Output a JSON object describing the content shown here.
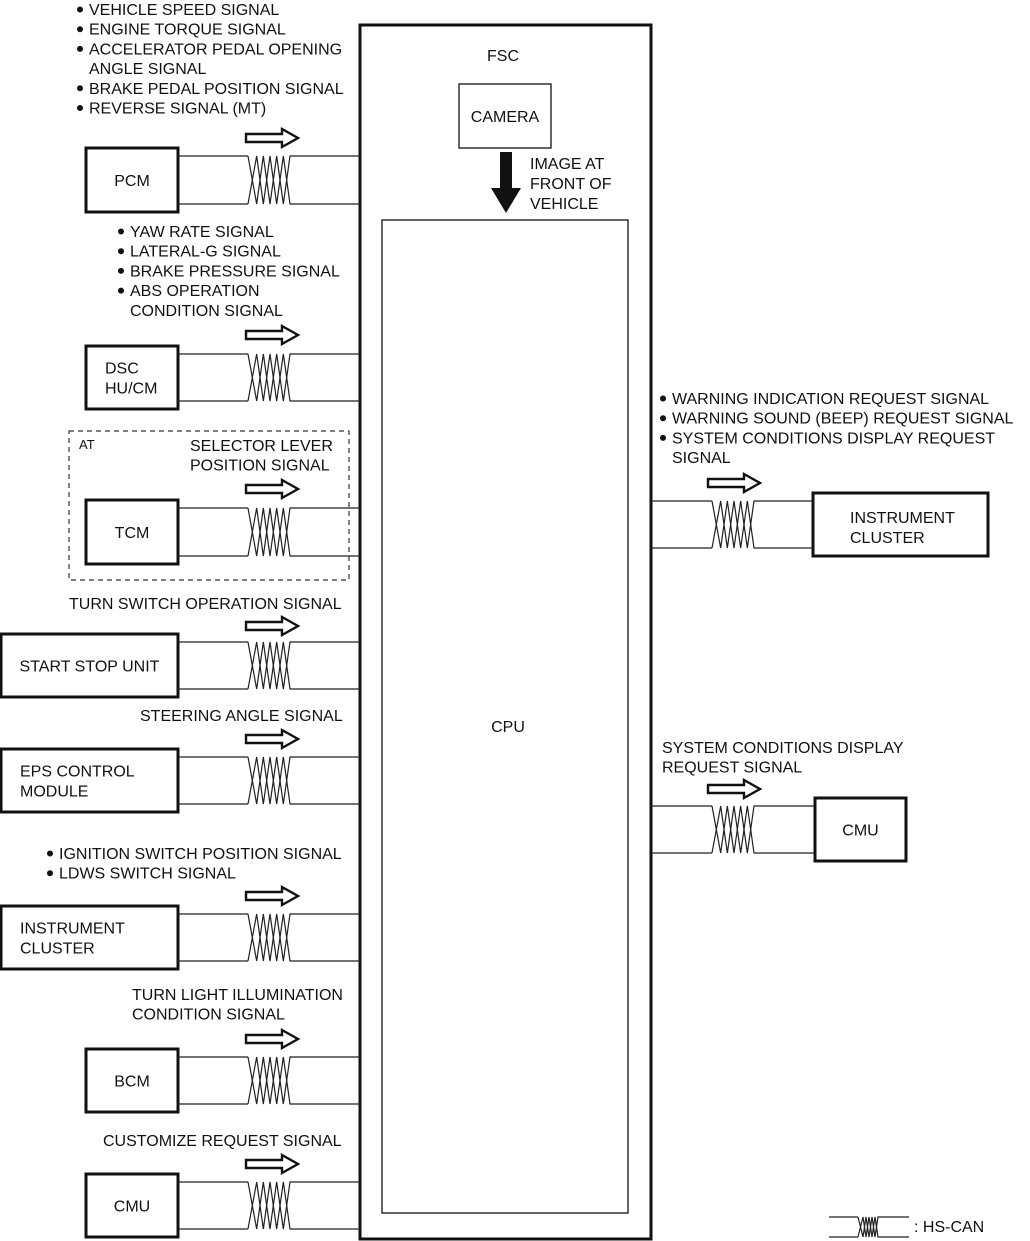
{
  "diagram": {
    "fsc": {
      "label": "FSC"
    },
    "camera": {
      "label": "CAMERA"
    },
    "image_arrow_label": [
      "IMAGE AT",
      "FRONT OF",
      "VEHICLE"
    ],
    "cpu": {
      "label": "CPU"
    },
    "input_group_label": "AT",
    "inputs": [
      {
        "module": [
          "PCM"
        ],
        "signals_bulleted": true,
        "signals": [
          [
            "VEHICLE SPEED SIGNAL"
          ],
          [
            "ENGINE TORQUE SIGNAL"
          ],
          [
            "ACCELERATOR PEDAL OPENING",
            "ANGLE SIGNAL"
          ],
          [
            "BRAKE PEDAL POSITION SIGNAL"
          ],
          [
            "REVERSE SIGNAL (MT)"
          ]
        ]
      },
      {
        "module": [
          "DSC",
          "HU/CM"
        ],
        "signals_bulleted": true,
        "signals": [
          [
            "YAW RATE SIGNAL"
          ],
          [
            "LATERAL-G SIGNAL"
          ],
          [
            "BRAKE PRESSURE SIGNAL"
          ],
          [
            "ABS OPERATION",
            "CONDITION SIGNAL"
          ]
        ]
      },
      {
        "module": [
          "TCM"
        ],
        "signals_bulleted": false,
        "signals": [
          [
            "SELECTOR LEVER",
            "POSITION SIGNAL"
          ]
        ]
      },
      {
        "module": [
          "START STOP UNIT"
        ],
        "signals_bulleted": false,
        "signals": [
          [
            "TURN SWITCH OPERATION SIGNAL"
          ]
        ]
      },
      {
        "module": [
          "EPS CONTROL",
          "MODULE"
        ],
        "signals_bulleted": false,
        "signals": [
          [
            "STEERING ANGLE SIGNAL"
          ]
        ]
      },
      {
        "module": [
          "INSTRUMENT",
          "CLUSTER"
        ],
        "signals_bulleted": true,
        "signals": [
          [
            "IGNITION SWITCH POSITION SIGNAL"
          ],
          [
            "LDWS SWITCH SIGNAL"
          ]
        ]
      },
      {
        "module": [
          "BCM"
        ],
        "signals_bulleted": false,
        "signals": [
          [
            "TURN LIGHT ILLUMINATION",
            "CONDITION SIGNAL"
          ]
        ]
      },
      {
        "module": [
          "CMU"
        ],
        "signals_bulleted": false,
        "signals": [
          [
            "CUSTOMIZE REQUEST SIGNAL"
          ]
        ]
      }
    ],
    "outputs": [
      {
        "module": [
          "INSTRUMENT",
          "CLUSTER"
        ],
        "signals_bulleted": true,
        "signals": [
          [
            "WARNING INDICATION REQUEST SIGNAL"
          ],
          [
            "WARNING SOUND (BEEP) REQUEST SIGNAL"
          ],
          [
            "SYSTEM CONDITIONS DISPLAY REQUEST",
            "SIGNAL"
          ]
        ]
      },
      {
        "module": [
          "CMU"
        ],
        "signals_bulleted": false,
        "signals": [
          [
            "SYSTEM CONDITIONS DISPLAY",
            "REQUEST SIGNAL"
          ]
        ]
      }
    ],
    "legend": {
      "label": ": HS-CAN"
    }
  }
}
